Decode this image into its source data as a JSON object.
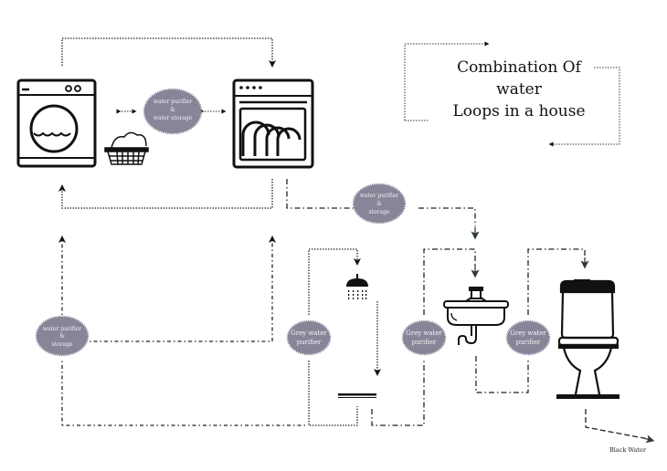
{
  "title": {
    "lines": [
      "Combination Of",
      "water",
      "Loops in a house"
    ]
  },
  "colors": {
    "bubble_fill": "#8a8499",
    "bubble_text": "#f2f2f5",
    "line": "#222222",
    "arrow_green": "#2f3d2f",
    "background": "#ffffff"
  },
  "appliances": [
    {
      "id": "washing-machine",
      "icon": "washing-machine-icon"
    },
    {
      "id": "laundry-basket",
      "icon": "laundry-basket-icon"
    },
    {
      "id": "dishwasher",
      "icon": "dishwasher-icon"
    },
    {
      "id": "shower",
      "icon": "shower-icon"
    },
    {
      "id": "shower-drain",
      "icon": "drain-icon"
    },
    {
      "id": "sink",
      "icon": "sink-icon"
    },
    {
      "id": "toilet",
      "icon": "toilet-icon"
    }
  ],
  "purifiers": {
    "top_center": {
      "line1": "water purifier",
      "line2": "&",
      "line3": "water storage"
    },
    "middle_right": {
      "line1": "water purifier",
      "line2": "&",
      "line3": "storage"
    },
    "left": {
      "line1": "water purifier",
      "line2": "&",
      "line3": "storage"
    },
    "grey1": {
      "line1": "Grey water",
      "line2": "purifier"
    },
    "grey2": {
      "line1": "Grey water",
      "line2": "purifier"
    },
    "grey3": {
      "line1": "Grey water",
      "line2": "purifier"
    }
  },
  "output_label": "Black Water"
}
